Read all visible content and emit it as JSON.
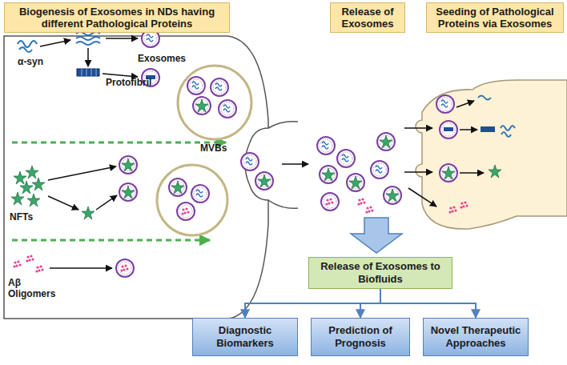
{
  "diagram": {
    "nodes": [
      {
        "text": [
          "Biogenesis of Exosomes in NDs having different Pathological Proteins"
        ]
      },
      {
        "text": [
          "Release of Exosomes"
        ]
      },
      {
        "text": [
          "Seeding of Pathological Proteins via Exosomes"
        ]
      },
      {
        "text": [
          "Release of Exosomes to Biofluids"
        ]
      },
      {
        "text": [
          "Diagnostic Biomarkers"
        ]
      },
      {
        "text": [
          "Prediction of Prognosis"
        ]
      },
      {
        "text": [
          "Novel Therapeutic Approaches"
        ]
      }
    ],
    "edges": [
      {
        "from": 3,
        "to": 4,
        "arrow": "to"
      },
      {
        "from": 3,
        "to": 5,
        "arrow": "to"
      },
      {
        "from": 3,
        "to": 6,
        "arrow": "to"
      }
    ],
    "labels": [
      "α-syn",
      "Protofibril",
      "Exosomes",
      "MVBs",
      "NFTs",
      "Aβ Oligomers"
    ]
  }
}
